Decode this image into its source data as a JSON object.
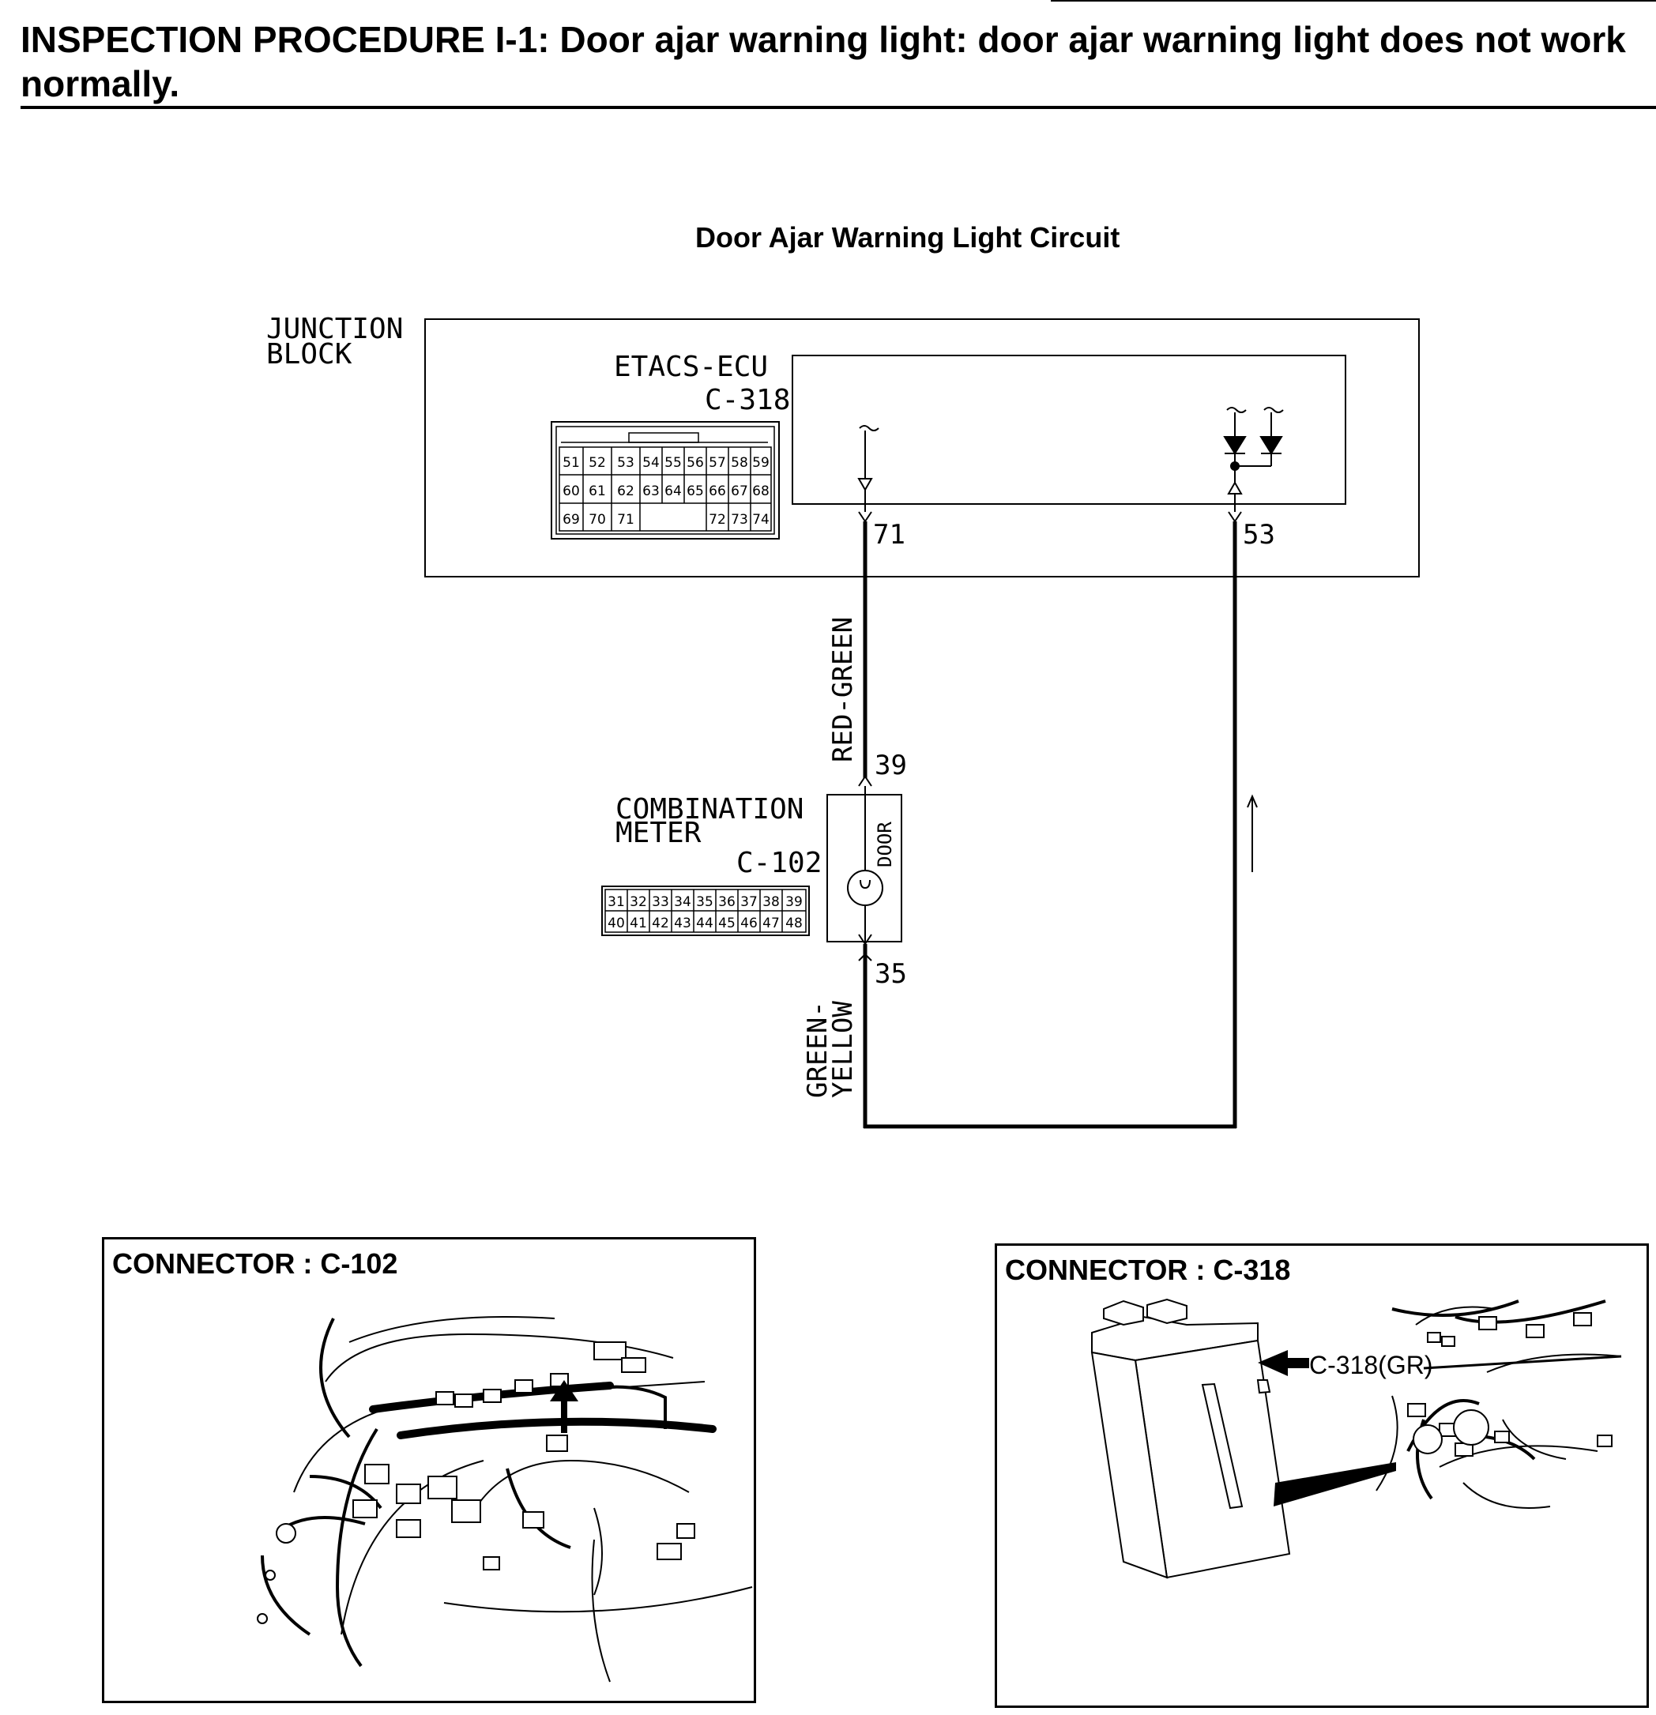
{
  "header": {
    "title": "INSPECTION PROCEDURE I-1: Door ajar warning light: door ajar warning light does not work normally."
  },
  "diagram": {
    "title": "Door Ajar Warning Light Circuit",
    "junction_block": {
      "line1": "JUNCTION",
      "line2": "BLOCK"
    },
    "etacs": {
      "name": "ETACS-ECU",
      "connector": "C-318",
      "pins_row1": [
        "51",
        "52",
        "53",
        "54",
        "55",
        "56",
        "57",
        "58",
        "59"
      ],
      "pins_row2": [
        "60",
        "61",
        "62",
        "63",
        "64",
        "65",
        "66",
        "67",
        "68"
      ],
      "pins_row3": [
        "69",
        "70",
        "71",
        "72",
        "73",
        "74"
      ],
      "pin_left": "71",
      "pin_right": "53"
    },
    "wire_top": "RED-GREEN",
    "wire_bottom_line1": "GREEN-",
    "wire_bottom_line2": "YELLOW",
    "combination_meter": {
      "line1": "COMBINATION",
      "line2": "METER",
      "connector": "C-102",
      "lamp_label": "DOOR",
      "pin_top": "39",
      "pin_bottom": "35",
      "pins_row1": [
        "31",
        "32",
        "33",
        "34",
        "35",
        "36",
        "37",
        "38",
        "39"
      ],
      "pins_row2": [
        "40",
        "41",
        "42",
        "43",
        "44",
        "45",
        "46",
        "47",
        "48"
      ]
    }
  },
  "panels": {
    "left_title": "CONNECTOR : C-102",
    "right_title": "CONNECTOR : C-318",
    "right_callout": "C-318(GR)"
  }
}
